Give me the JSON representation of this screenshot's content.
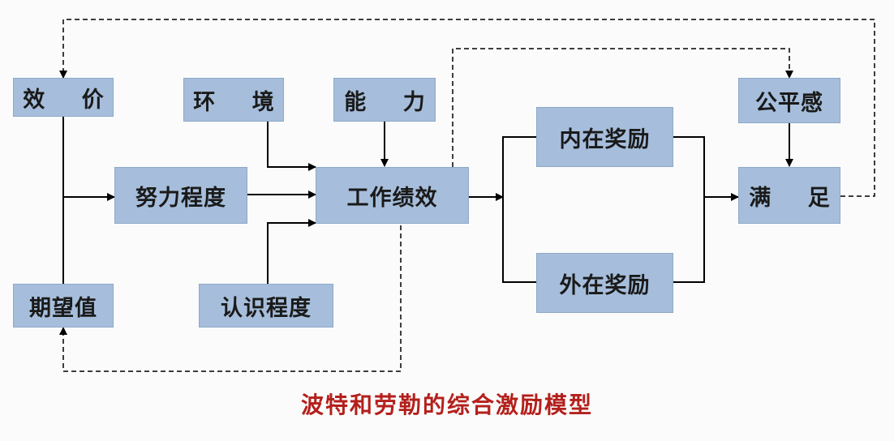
{
  "diagram": {
    "nodes": {
      "valence": "效 价",
      "expectancy": "期望值",
      "effort": "努力程度",
      "environment": "环 境",
      "ability": "能 力",
      "role_perception": "认识程度",
      "performance": "工作绩效",
      "intrinsic_reward": "内在奖励",
      "extrinsic_reward": "外在奖励",
      "equity": "公平感",
      "satisfaction": "满 足"
    },
    "caption": "波特和劳勒的综合激励模型"
  },
  "colors": {
    "box_fill": "#a6bedb",
    "line": "#000000",
    "caption": "#b3201c",
    "background": "#fbfbfb"
  }
}
